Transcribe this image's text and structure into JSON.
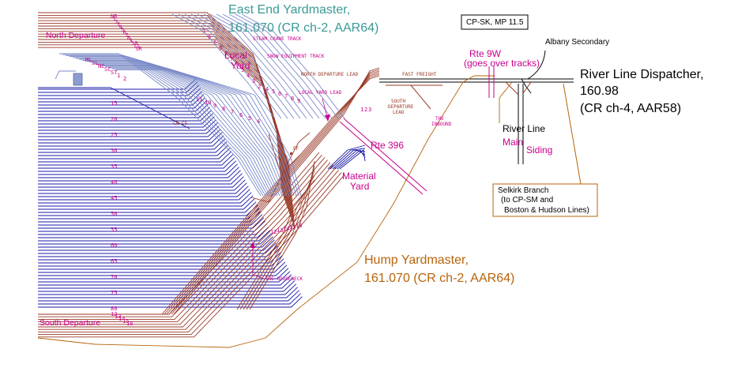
{
  "colors": {
    "teal": "#3a9a96",
    "brown": "#9a3a28",
    "blue": "#1a1aa8",
    "lightblue": "#7a8ac8",
    "magenta": "#c8008c",
    "orange": "#b8640a",
    "black": "#000000"
  },
  "headers": {
    "east_end": {
      "title": "East End Yardmaster,",
      "freq": "161.070 (CR ch-2, AAR64)"
    },
    "river_line": {
      "title": "River Line Dispatcher,",
      "freq": "160.98",
      "channel": "(CR ch-4, AAR58)"
    },
    "hump": {
      "title": "Hump Yardmaster,",
      "freq": "161.070 (CR ch-2, AAR64)"
    }
  },
  "boxes": {
    "cp_sk": "CP-SK, MP 11.5",
    "selkirk": [
      "Selkirk Branch",
      "(to CP-SM and",
      "Boston & Hudson Lines)"
    ]
  },
  "labels": {
    "albany_secondary": "Albany Secondary",
    "river_line": "River Line",
    "main": "Main",
    "siding": "Siding",
    "rte_9w": "Rte 9W",
    "goes_over": "(goes over tracks)",
    "rte_396": "Rte 396",
    "material_yard_1": "Material",
    "material_yard_2": "Yard",
    "local_yard_1": "Local",
    "local_yard_2": "Yard",
    "north_departure": "North Departure",
    "south_departure": "South Departure",
    "steam_crane": "STEAM CRANE TRACK",
    "snow_equipment": "SNOW EQUIPMENT TRACK",
    "north_departure_lead": "NORTH DEPARTURE LEAD",
    "fast_freight": "FAST FREIGHT",
    "local_yard_lead": "LOCAL YARD LEAD",
    "south_departure_lead_1": "SOUTH",
    "south_departure_lead_2": "DEPARTURE",
    "south_departure_lead_3": "LEAD",
    "the_inbound_1": "THE",
    "the_inbound_2": "INBOUND",
    "the_gooseneck": "THE GOOSENECK",
    "cn_cs": "CN  CS",
    "ff": "FF"
  },
  "track_numbers": {
    "class": [
      "15",
      "20",
      "25",
      "30",
      "35",
      "40",
      "45",
      "50",
      "55",
      "60",
      "65",
      "70",
      "75",
      "80"
    ],
    "north_dep": [
      "NR",
      "1",
      "2",
      "3",
      "4",
      "5",
      "6",
      "7",
      "8",
      "9",
      "10",
      "11",
      "SR"
    ],
    "tail": [
      "ML",
      "SL",
      "NC",
      "SC",
      "ST",
      "1",
      "2"
    ],
    "local": [
      "7",
      "6",
      "5",
      "9",
      "8",
      "7",
      "6",
      "5",
      "4",
      "3",
      "2",
      "1"
    ],
    "local_lower": [
      "11",
      "10",
      "9",
      "8",
      "7",
      "6",
      "5",
      "4"
    ],
    "lead_upper": [
      "4",
      "5",
      "6",
      "7",
      "8",
      "9"
    ],
    "south_dep": [
      "12",
      "13",
      "14",
      "15",
      "16"
    ],
    "gooseneck": [
      "12",
      "13",
      "14",
      "15",
      "16"
    ],
    "south_lead": [
      "1",
      "2",
      "3"
    ]
  }
}
